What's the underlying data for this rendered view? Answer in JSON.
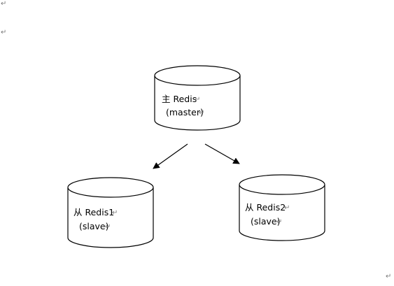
{
  "nodes": {
    "master": {
      "line1": "主 Redis",
      "line2": "(master)"
    },
    "slave1": {
      "line1": "从 Redis1",
      "line2": "(slave)"
    },
    "slave2": {
      "line1": "从 Redis2",
      "line2": "(slave)"
    }
  },
  "paragraph_mark": "↵",
  "colors": {
    "stroke": "#000000",
    "fill": "#ffffff",
    "para_mark": "#7a7a7a"
  }
}
